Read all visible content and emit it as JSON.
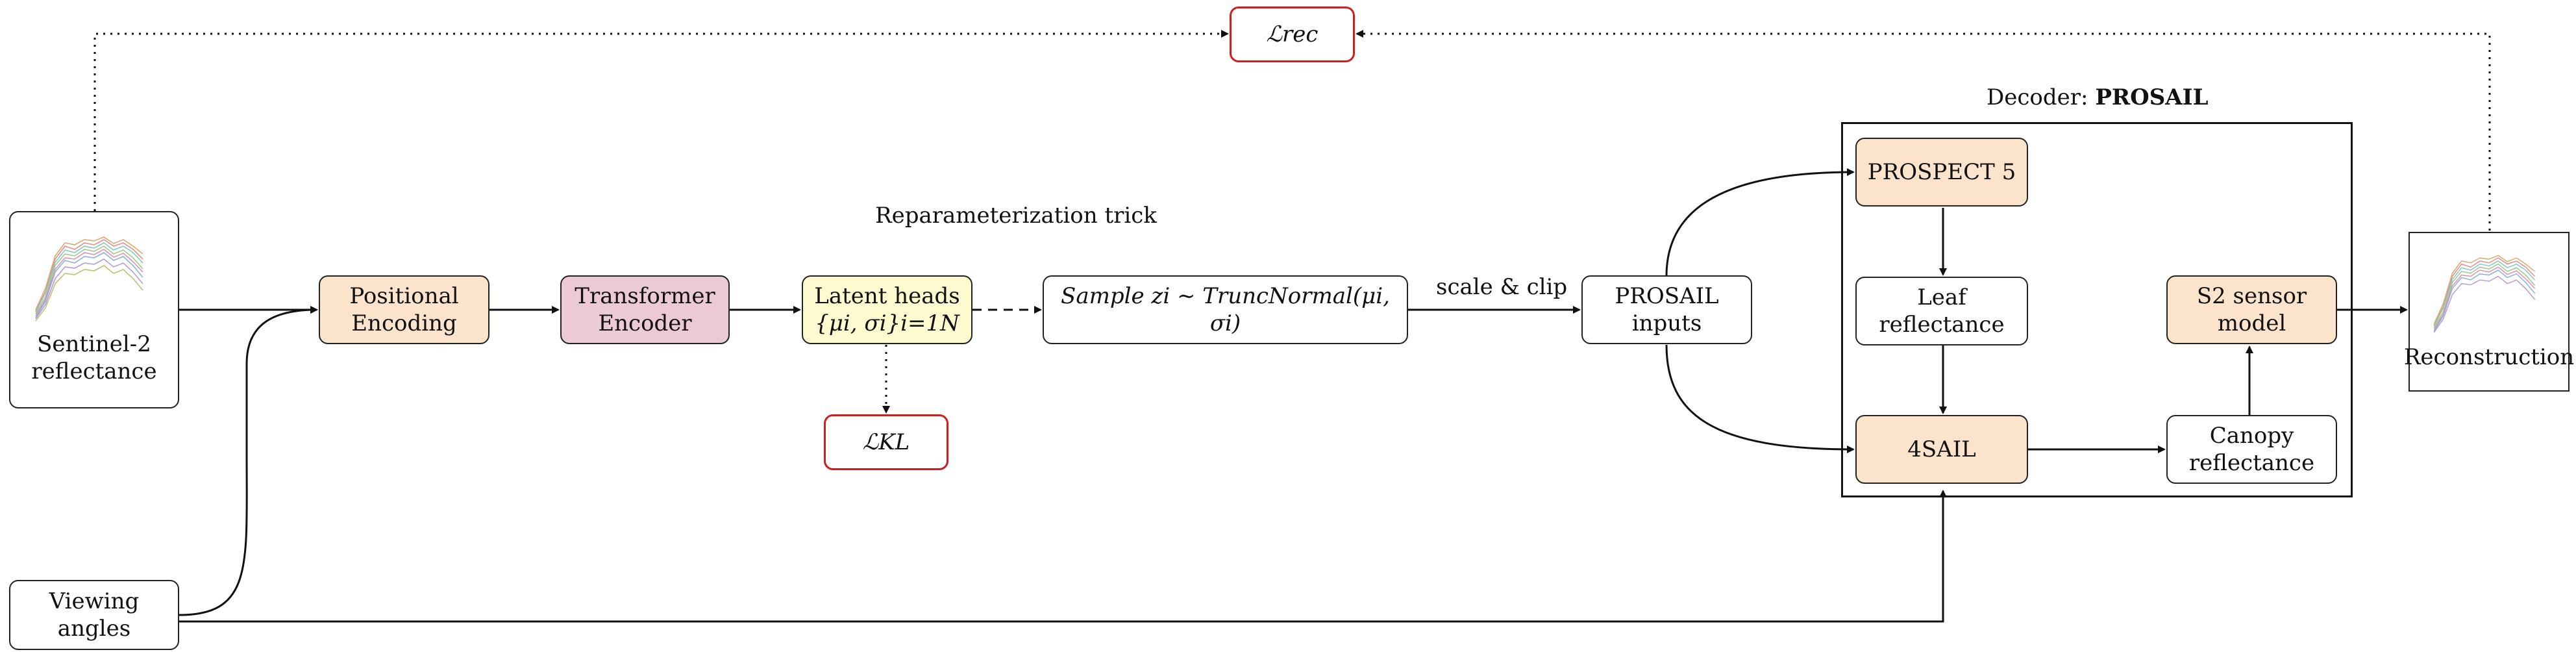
{
  "input": {
    "sentinel_line1": "Sentinel-2",
    "sentinel_line2": "reflectance",
    "viewing_line1": "Viewing",
    "viewing_line2": "angles"
  },
  "encoder": {
    "positional_line1": "Positional",
    "positional_line2": "Encoding",
    "transformer_line1": "Transformer",
    "transformer_line2": "Encoder",
    "latent_line1": "Latent heads",
    "latent_line2": "{μi, σi}i=1N"
  },
  "sampling": {
    "reparam_label": "Reparameterization trick",
    "sample_text": "Sample zi ∼ TruncNormal(μi, σi)",
    "scale_clip_label": "scale & clip"
  },
  "prosail_inputs": {
    "line1": "PROSAIL",
    "line2": "inputs"
  },
  "decoder": {
    "title_prefix": "Decoder:",
    "title_bold": "PROSAIL",
    "prospect": "PROSPECT 5",
    "leaf_line1": "Leaf",
    "leaf_line2": "reflectance",
    "sail": "4SAIL",
    "canopy_line1": "Canopy",
    "canopy_line2": "reflectance",
    "s2_line1": "S2 sensor",
    "s2_line2": "model"
  },
  "output": {
    "reconstruction": "Reconstruction"
  },
  "losses": {
    "rec": "ℒrec",
    "kl": "ℒKL"
  },
  "colors": {
    "peach": "#fbe3cc",
    "pink": "#ecc9d7",
    "yellow": "#fefacf",
    "loss_border": "#cc1f1f"
  }
}
